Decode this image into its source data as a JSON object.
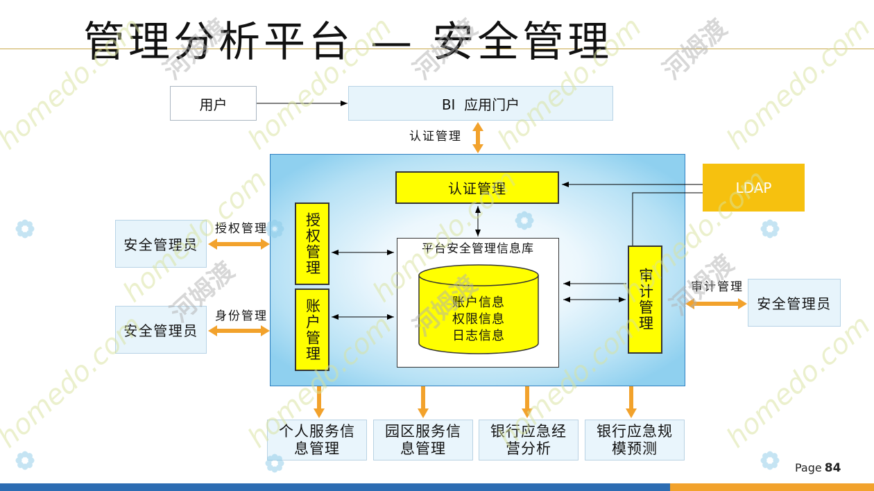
{
  "slide": {
    "title": "管理分析平台 — 安全管理",
    "page_label": "Page",
    "page_number": "84"
  },
  "diagram": {
    "user": "用户",
    "portal": "BI  应用门户",
    "portal_link_label": "认证管理",
    "ldap": "LDAP",
    "platform": {
      "authentication": "认证管理",
      "authorization": "授权管理",
      "account": "账户管理",
      "audit": "审计管理",
      "repository": {
        "title": "平台安全管理信息库",
        "items": [
          "账户信息",
          "权限信息",
          "日志信息"
        ]
      }
    },
    "admins": [
      {
        "label": "安全管理员",
        "link_label": "授权管理"
      },
      {
        "label": "安全管理员",
        "link_label": "身份管理"
      },
      {
        "label": "安全管理员",
        "link_label": "审计管理"
      }
    ],
    "outputs": [
      "个人服务信息管理",
      "园区服务信息管理",
      "银行应急经营分析",
      "银行应急规模预测"
    ]
  },
  "watermark": {
    "brand": "homedo.com",
    "name": "河姆渡"
  },
  "colors": {
    "box_yellow": "#ffff00",
    "ldap_gold": "#f6c10f",
    "arrow_orange": "#f2a22c",
    "footer_blue": "#2c6cb2",
    "footer_orange": "#f2a22c",
    "box_light_blue": "#e7f4fb"
  }
}
